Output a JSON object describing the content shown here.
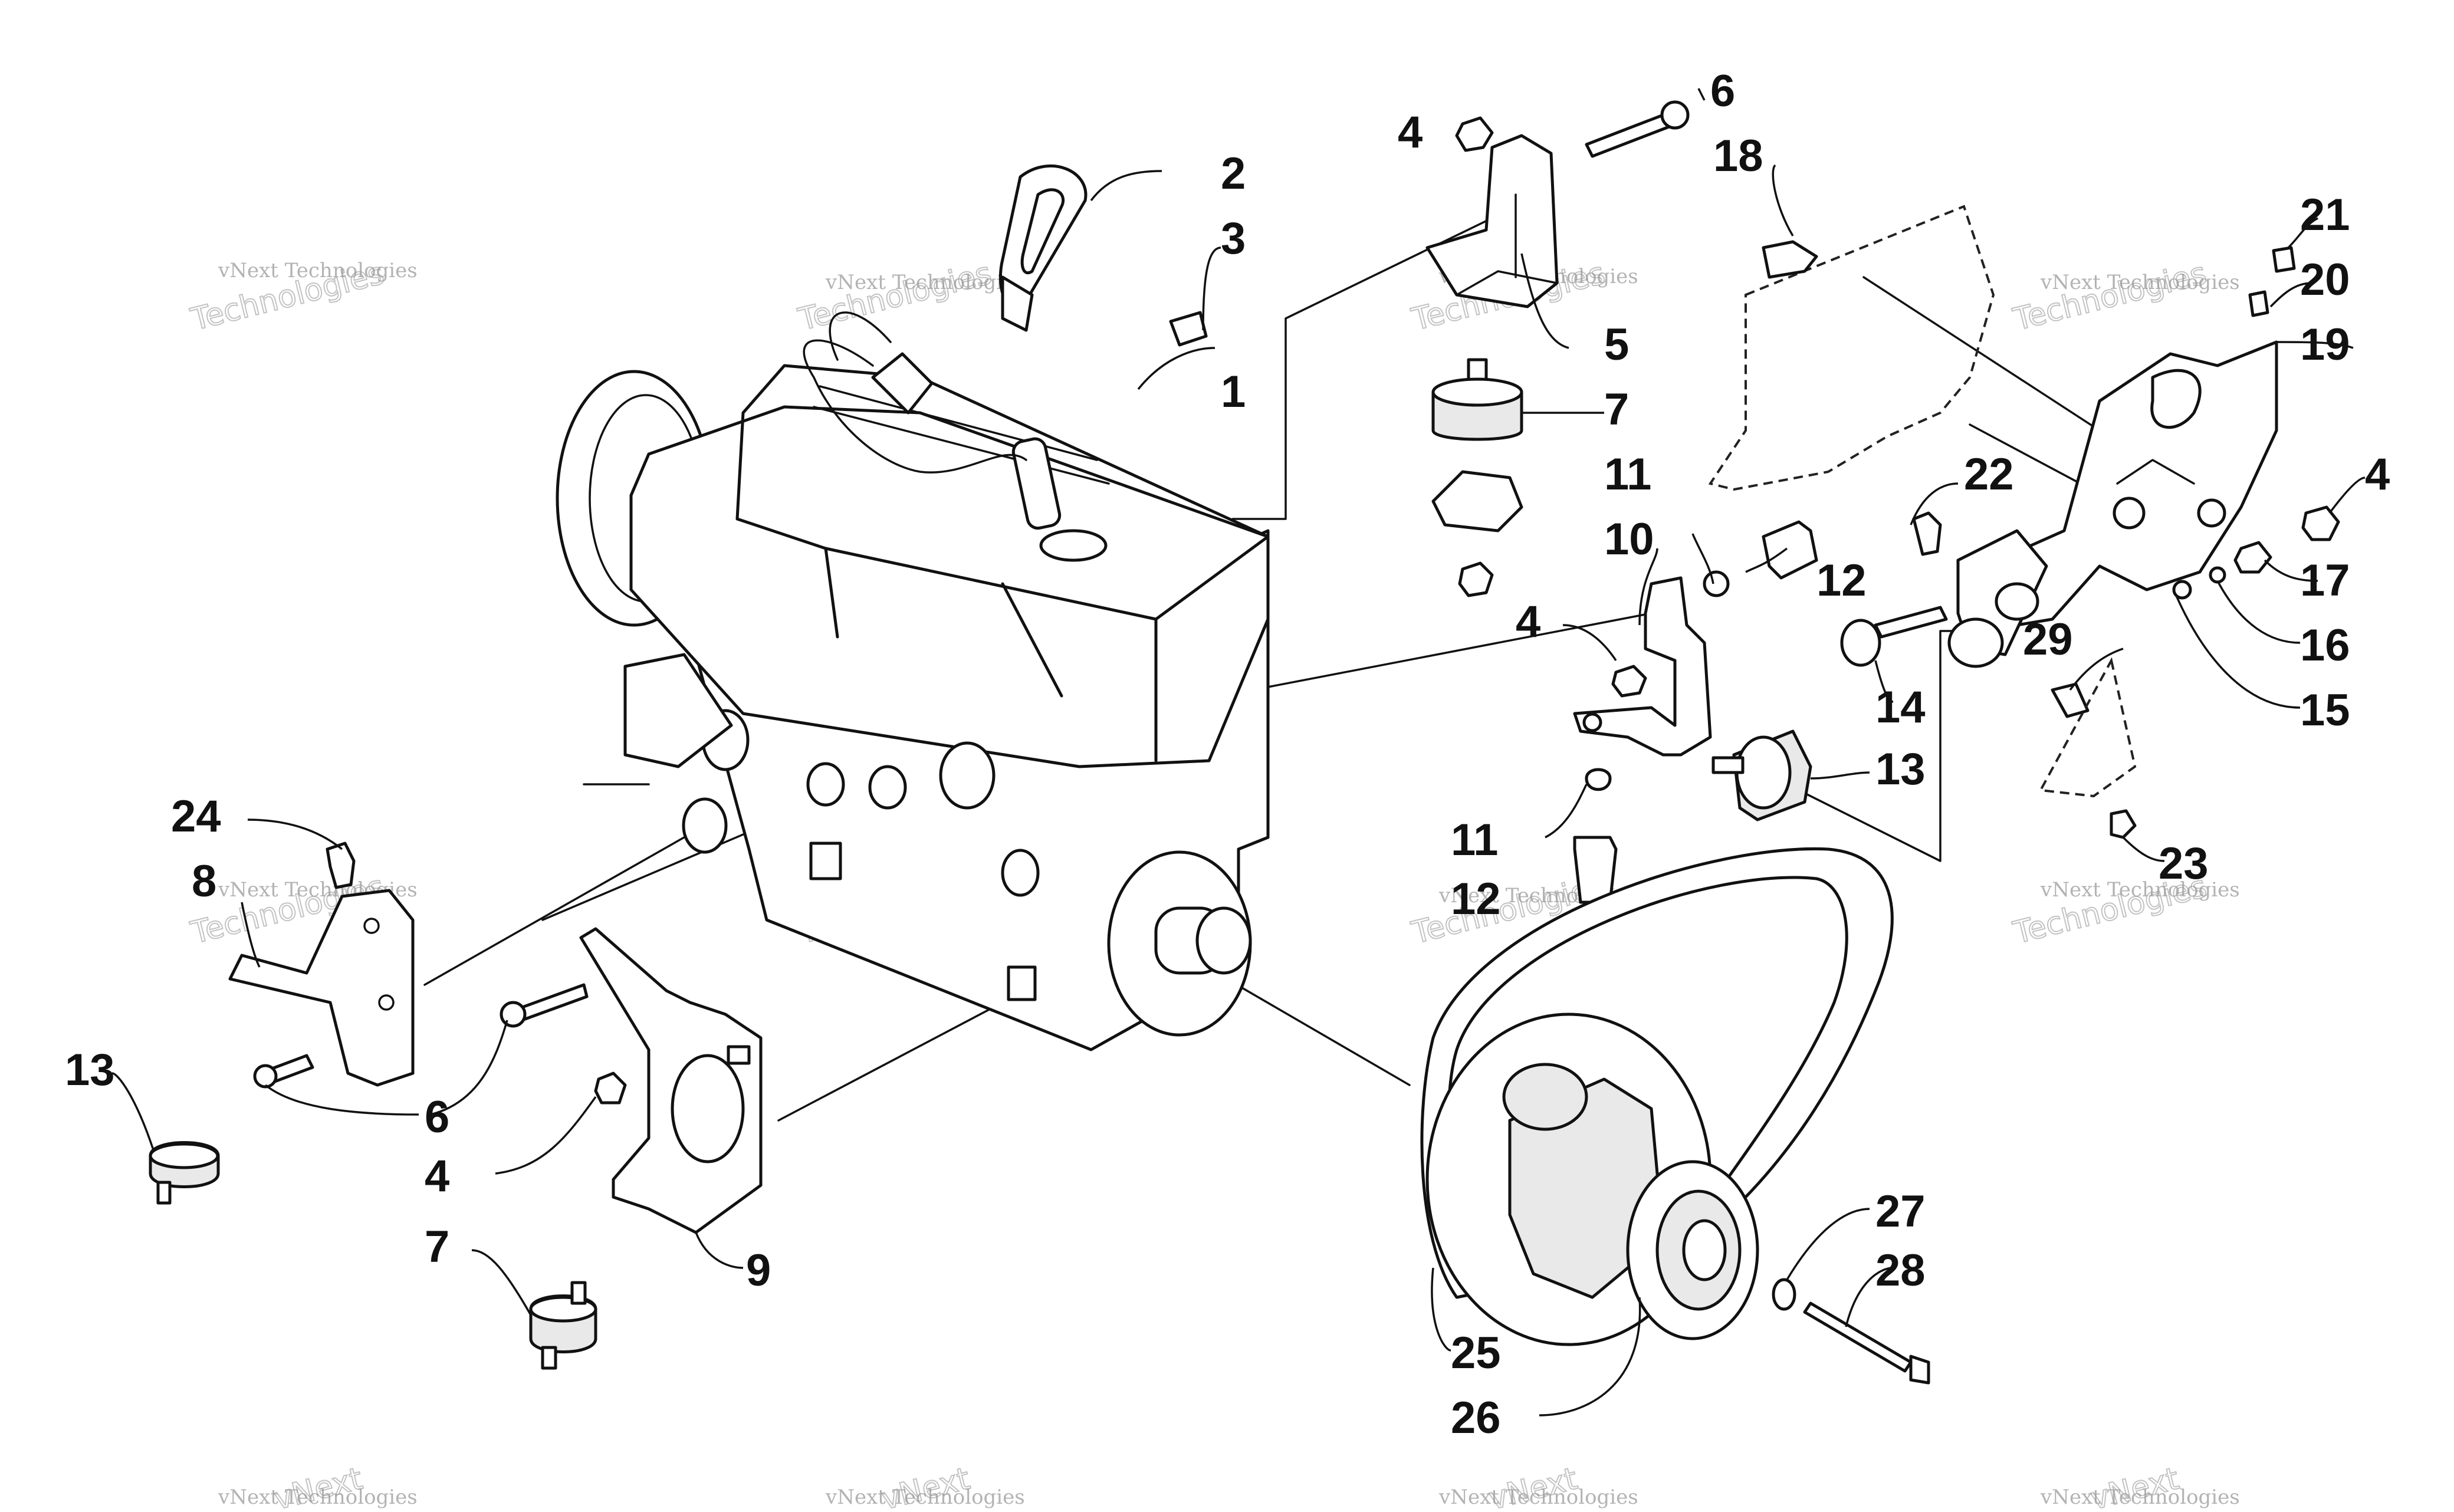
{
  "callouts": {
    "c1": "1",
    "c2": "2",
    "c3": "3",
    "c4a": "4",
    "c4b": "4",
    "c4c": "4",
    "c4d": "4",
    "c5": "5",
    "c6a": "6",
    "c6b": "6",
    "c7a": "7",
    "c7b": "7",
    "c8": "8",
    "c9": "9",
    "c10": "10",
    "c11a": "11",
    "c11b": "11",
    "c12a": "12",
    "c12b": "12",
    "c13a": "13",
    "c13b": "13",
    "c14": "14",
    "c15": "15",
    "c16": "16",
    "c17": "17",
    "c18": "18",
    "c19": "19",
    "c20": "20",
    "c21": "21",
    "c22": "22",
    "c23": "23",
    "c24": "24",
    "c25": "25",
    "c26": "26",
    "c27": "27",
    "c28": "28",
    "c29": "29"
  },
  "watermark": {
    "line1": "vNext Technologies",
    "line2": "vNext",
    "line3": "Technologies"
  }
}
